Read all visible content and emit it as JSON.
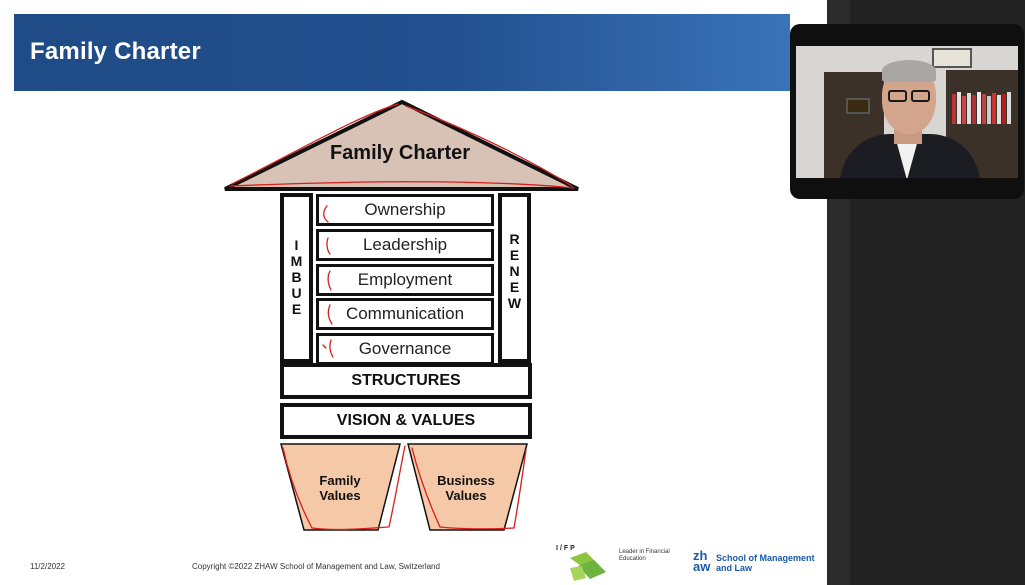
{
  "slide": {
    "title": "Family Charter"
  },
  "diagram": {
    "roof_label": "Family Charter",
    "left_post": [
      "I",
      "M",
      "B",
      "U",
      "E"
    ],
    "right_post": [
      "R",
      "E",
      "N",
      "E",
      "W"
    ],
    "pillars": [
      "Ownership",
      "Leadership",
      "Employment",
      "Communication",
      "Governance"
    ],
    "structures": "STRUCTURES",
    "vision": "VISION & VALUES",
    "foundation_left": [
      "Family",
      "Values"
    ],
    "foundation_right": [
      "Business",
      "Values"
    ]
  },
  "footer": {
    "date": "11/2/2022",
    "copyright": "Copyright ©2022 ZHAW School of Management and Law, Switzerland",
    "ifp_name": "I/FP",
    "ifp_tagline": "Leader in Financial Education",
    "zhaw_mark": "zh aw",
    "zhaw_name": "School of Management and Law"
  },
  "colors": {
    "title_bar": "#1f4b86",
    "roof_fill": "#d8c2b6",
    "foundation_fill": "#f5c9a8",
    "ink": "#d81e1e",
    "zhaw_blue": "#1a5aa8"
  }
}
